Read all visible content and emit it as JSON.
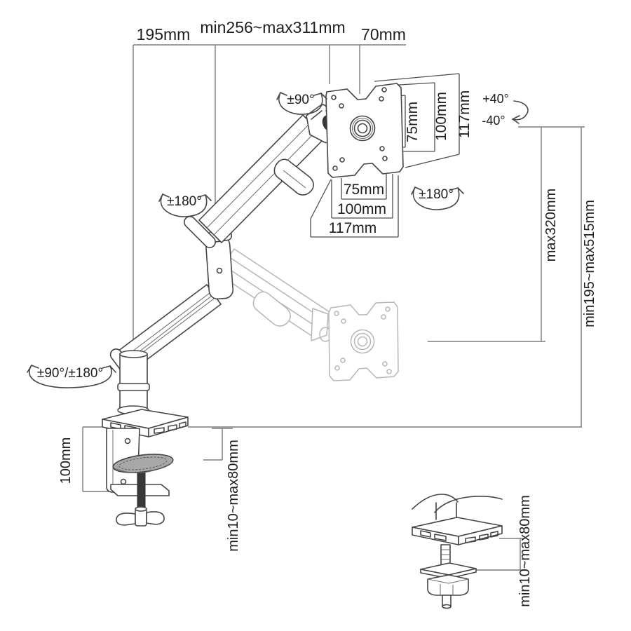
{
  "diagram_title": "monitor-arm-dimension-diagram",
  "colors": {
    "background": "#ffffff",
    "drawing_line": "#454545",
    "dimension_line": "#7b7b7b",
    "ghost_line": "#b6b6b6",
    "text": "#1e1e1e"
  },
  "top_dimensions": {
    "base_offset": "195mm",
    "arm_reach": "min256~max311mm",
    "vesa_depth": "70mm"
  },
  "vesa_plate": {
    "height_75": "75mm",
    "height_100": "100mm",
    "height_117": "117mm",
    "width_75": "75mm",
    "width_100": "100mm",
    "width_117": "117mm"
  },
  "rotation_labels": {
    "vesa_rotate": "±90°",
    "arm_swivel": "±180°",
    "head_swivel": "±180°",
    "tilt_up": "+40°",
    "tilt_down": "-40°",
    "base_rotation": "±90°/±180°"
  },
  "height_dimensions": {
    "gas_lift_range": "max320mm",
    "height_range": "min195~max515mm",
    "clamp_body_height": "100mm",
    "desk_thickness": "min10~max80mm"
  },
  "grommet_detail": {
    "desk_thickness": "min10~max80mm"
  }
}
